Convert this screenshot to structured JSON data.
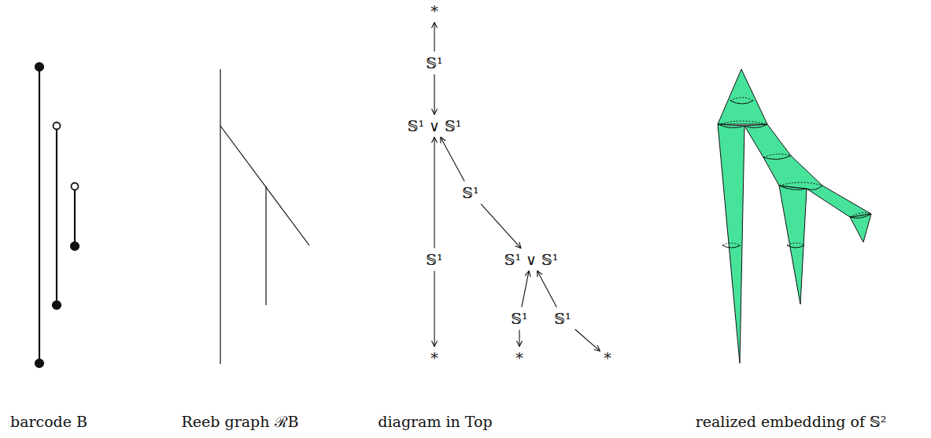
{
  "diagram": {
    "nodes": [
      {
        "text": [
          "*"
        ]
      },
      {
        "text": [
          "𝕊¹"
        ]
      },
      {
        "text": [
          "𝕊¹ ∨ 𝕊¹"
        ]
      },
      {
        "text": [
          "𝕊¹"
        ]
      },
      {
        "text": [
          "𝕊¹"
        ]
      },
      {
        "text": [
          "𝕊¹ ∨ 𝕊¹"
        ]
      },
      {
        "text": [
          "𝕊¹"
        ]
      },
      {
        "text": [
          "𝕊¹"
        ]
      },
      {
        "text": [
          "*"
        ]
      },
      {
        "text": [
          "*"
        ]
      },
      {
        "text": [
          "*"
        ]
      }
    ],
    "edges": [
      {
        "from": 1,
        "to": 0,
        "arrow": "to"
      },
      {
        "from": 1,
        "to": 2,
        "arrow": "to"
      },
      {
        "from": 4,
        "to": 2,
        "arrow": "to"
      },
      {
        "from": 3,
        "to": 2,
        "arrow": "to"
      },
      {
        "from": 3,
        "to": 5,
        "arrow": "to"
      },
      {
        "from": 4,
        "to": 8,
        "arrow": "to"
      },
      {
        "from": 6,
        "to": 5,
        "arrow": "to"
      },
      {
        "from": 7,
        "to": 5,
        "arrow": "to"
      },
      {
        "from": 6,
        "to": 9,
        "arrow": "to"
      },
      {
        "from": 7,
        "to": 10,
        "arrow": "to"
      }
    ],
    "labels": [
      "barcode B",
      "Reeb graph ℛB",
      "diagram in Top",
      "realized embedding of 𝕊²"
    ]
  }
}
